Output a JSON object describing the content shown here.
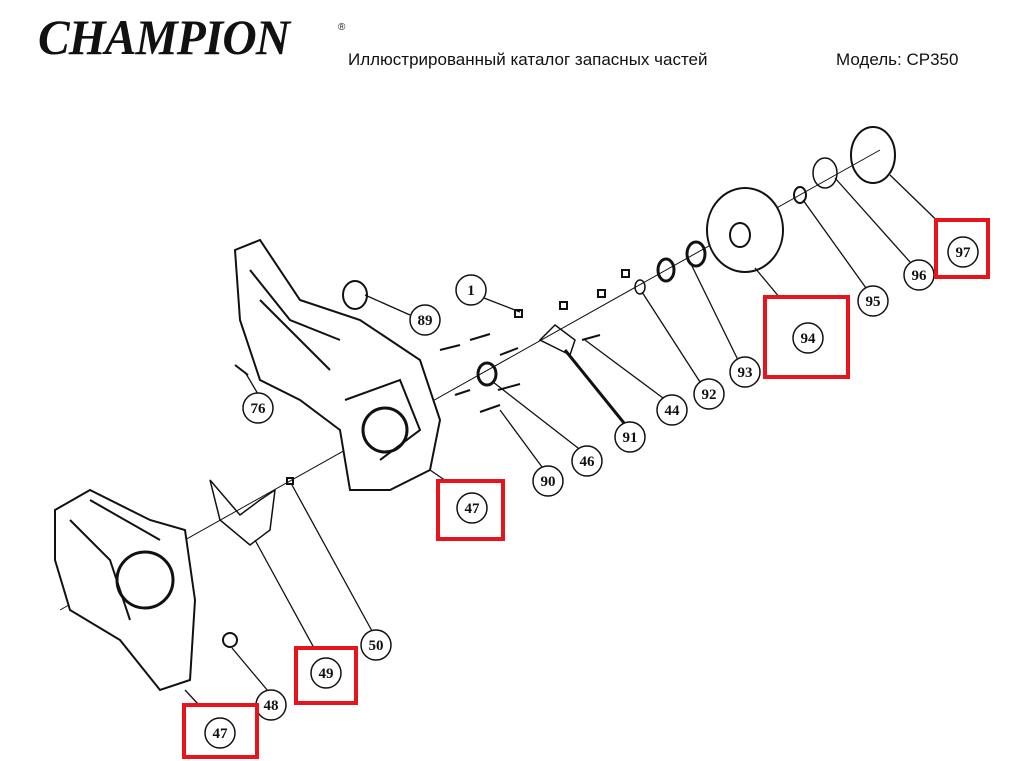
{
  "header": {
    "logo_text": "CHAMPION",
    "registered_mark": "®",
    "catalog_title": "Иллюстрированный каталог запасных частей",
    "model": "Модель: CP350"
  },
  "highlight_color": "#e8141b",
  "callouts": [
    {
      "id": "c1",
      "label": "1",
      "highlighted": false
    },
    {
      "id": "c89",
      "label": "89",
      "highlighted": false
    },
    {
      "id": "c76",
      "label": "76",
      "highlighted": false
    },
    {
      "id": "c44",
      "label": "44",
      "highlighted": false
    },
    {
      "id": "c92",
      "label": "92",
      "highlighted": false
    },
    {
      "id": "c93",
      "label": "93",
      "highlighted": false
    },
    {
      "id": "c94",
      "label": "94",
      "highlighted": true
    },
    {
      "id": "c95",
      "label": "95",
      "highlighted": false
    },
    {
      "id": "c96",
      "label": "96",
      "highlighted": false
    },
    {
      "id": "c97",
      "label": "97",
      "highlighted": true
    },
    {
      "id": "c91",
      "label": "91",
      "highlighted": false
    },
    {
      "id": "c46",
      "label": "46",
      "highlighted": false
    },
    {
      "id": "c90",
      "label": "90",
      "highlighted": false
    },
    {
      "id": "c47a",
      "label": "47",
      "highlighted": true
    },
    {
      "id": "c50",
      "label": "50",
      "highlighted": false
    },
    {
      "id": "c49",
      "label": "49",
      "highlighted": true
    },
    {
      "id": "c48",
      "label": "48",
      "highlighted": false
    },
    {
      "id": "c47b",
      "label": "47",
      "highlighted": true
    }
  ]
}
